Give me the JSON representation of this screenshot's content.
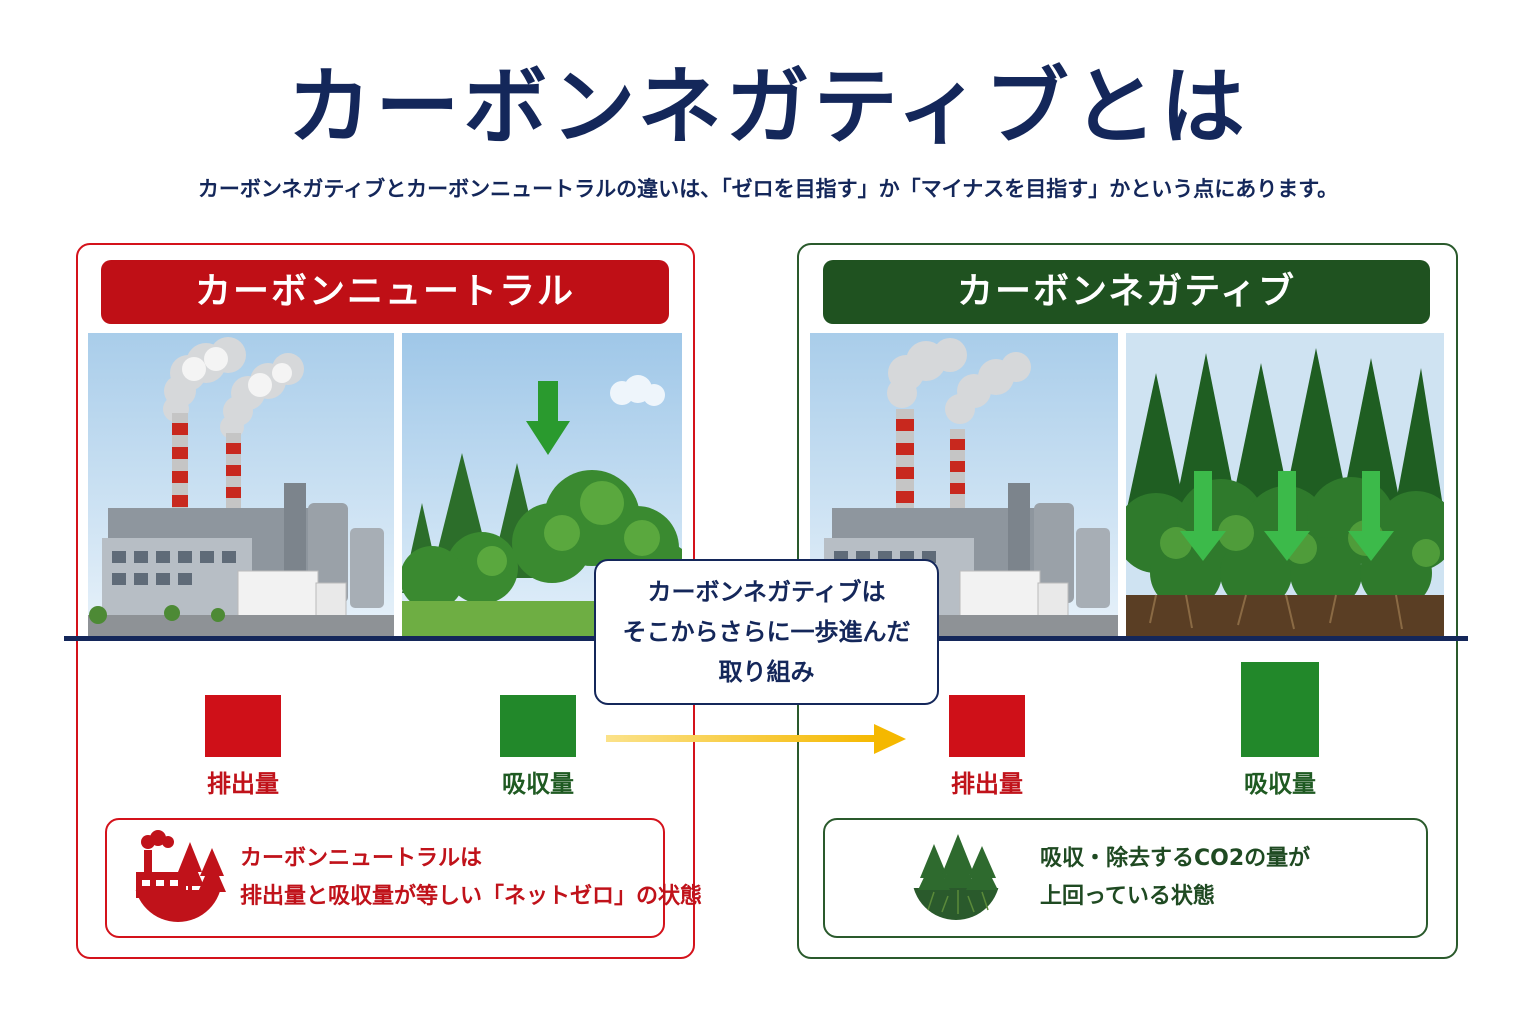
{
  "title": "カーボンネガティブとは",
  "subtitle": "カーボンネガティブとカーボンニュートラルの違いは、「ゼロを目指す」か「マイナスを目指す」かという点にあります。",
  "colors": {
    "navy": "#14275a",
    "red": "#bf0f16",
    "dark_green": "#1f5220",
    "green": "#22882a",
    "arrow_yellow": "#f5b800"
  },
  "left_panel": {
    "header": "カーボンニュートラル",
    "emission_label": "排出量",
    "absorption_label": "吸収量",
    "summary_text": "カーボンニュートラルは\n排出量と吸収量が等しい「ネットゼロ」の状態",
    "summary_icon": "factory-and-trees-icon"
  },
  "right_panel": {
    "header": "カーボンネガティブ",
    "emission_label": "排出量",
    "absorption_label": "吸収量",
    "summary_text": "吸収・除去するCO2の量が\n上回っている状態",
    "summary_icon": "forest-icon"
  },
  "callout": {
    "text": "カーボンネガティブは\nそこからさらに一歩進んだ\n取り組み"
  }
}
